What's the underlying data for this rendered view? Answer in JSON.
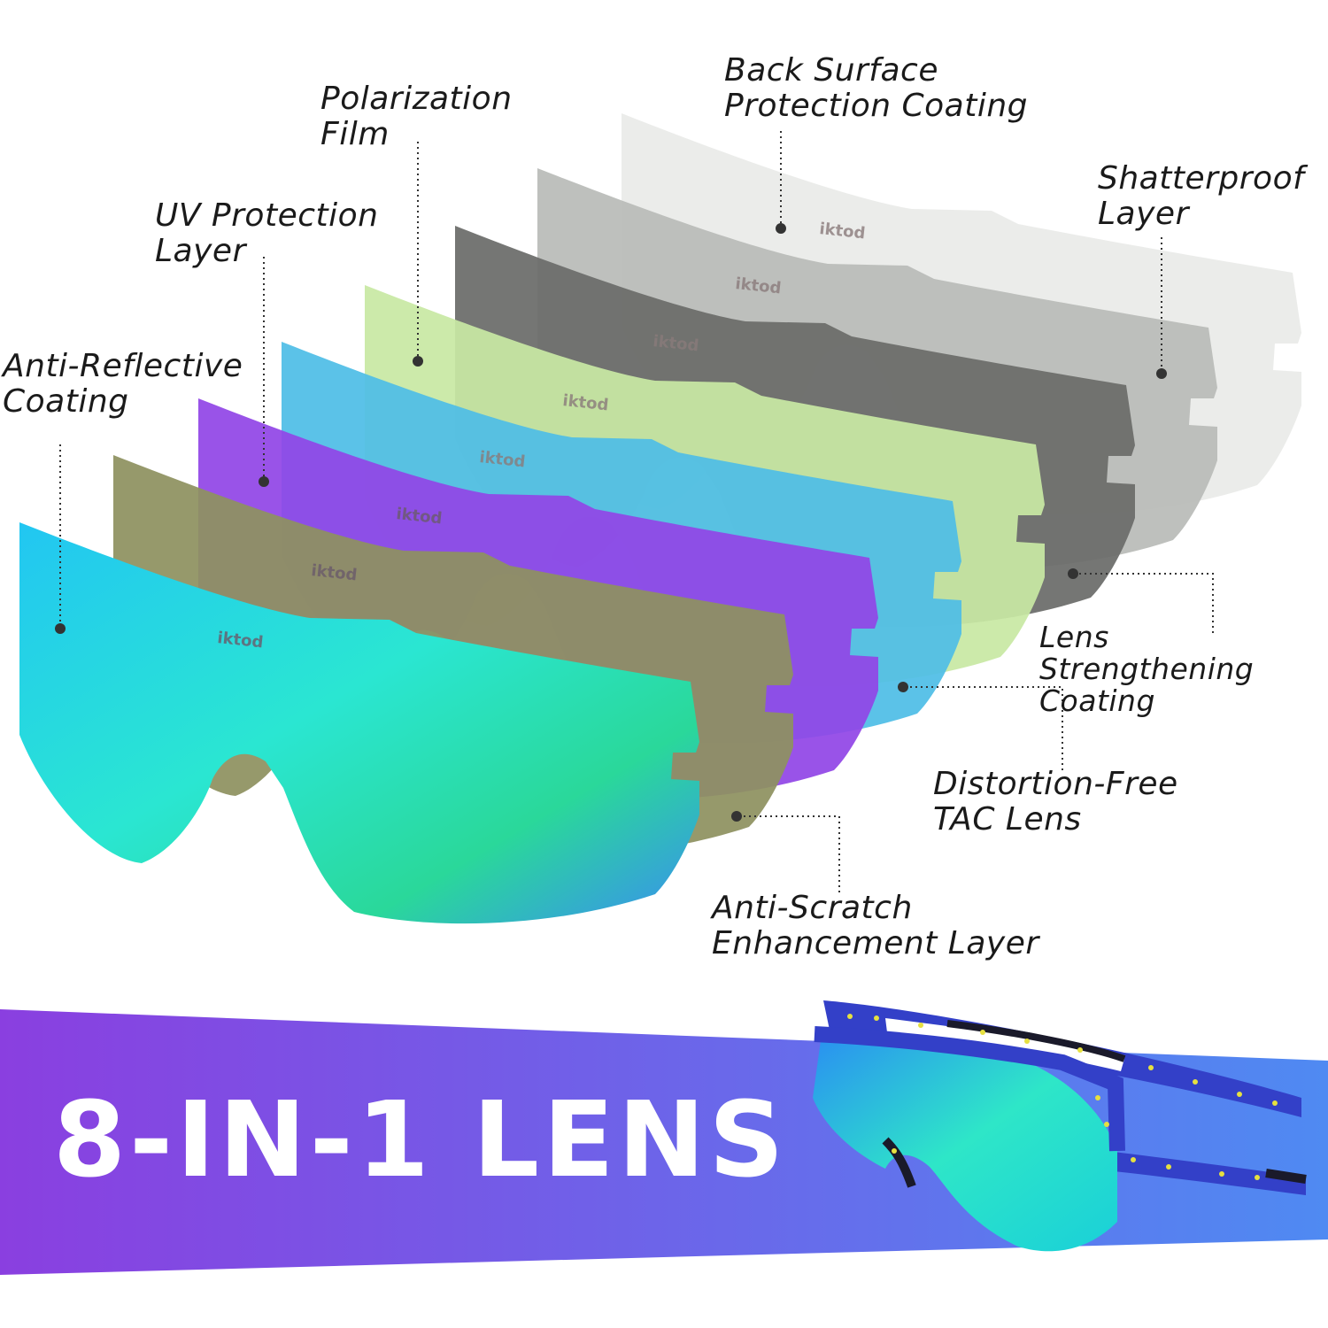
{
  "headline": "8-IN-1 LENS",
  "brand_mark": "iktod",
  "layers": [
    {
      "id": "back-surface",
      "label": "Back Surface\nProtection Coating",
      "color": "#e9ebe8"
    },
    {
      "id": "shatterproof",
      "label": "Shatterproof\nLayer",
      "color": "#b9bbb8"
    },
    {
      "id": "strengthening",
      "label": "Lens Strengthening\nCoating",
      "color": "#6a6c69"
    },
    {
      "id": "polarization",
      "label": "Polarization\nFilm",
      "color": "#c8e8a4"
    },
    {
      "id": "tac",
      "label": "Distortion-Free\nTAC Lens",
      "color": "#4fbde6"
    },
    {
      "id": "uv",
      "label": "UV Protection\nLayer",
      "color": "#9146e6"
    },
    {
      "id": "scratch",
      "label": "Anti-Scratch\nEnhancement Layer",
      "color": "#8e9160"
    },
    {
      "id": "anti-reflective",
      "label": "Anti-Reflective\nCoating",
      "color": "#2fd4d8"
    }
  ],
  "colors": {
    "banner_left": "#8a3fe0",
    "banner_right": "#4f8af2",
    "mirror_blue": "#24c8f0",
    "mirror_green": "#2ee6c0",
    "frame_blue": "#3340c8",
    "frame_speckle": "#e6e040"
  },
  "icons": [
    "sunglasses-icon"
  ]
}
